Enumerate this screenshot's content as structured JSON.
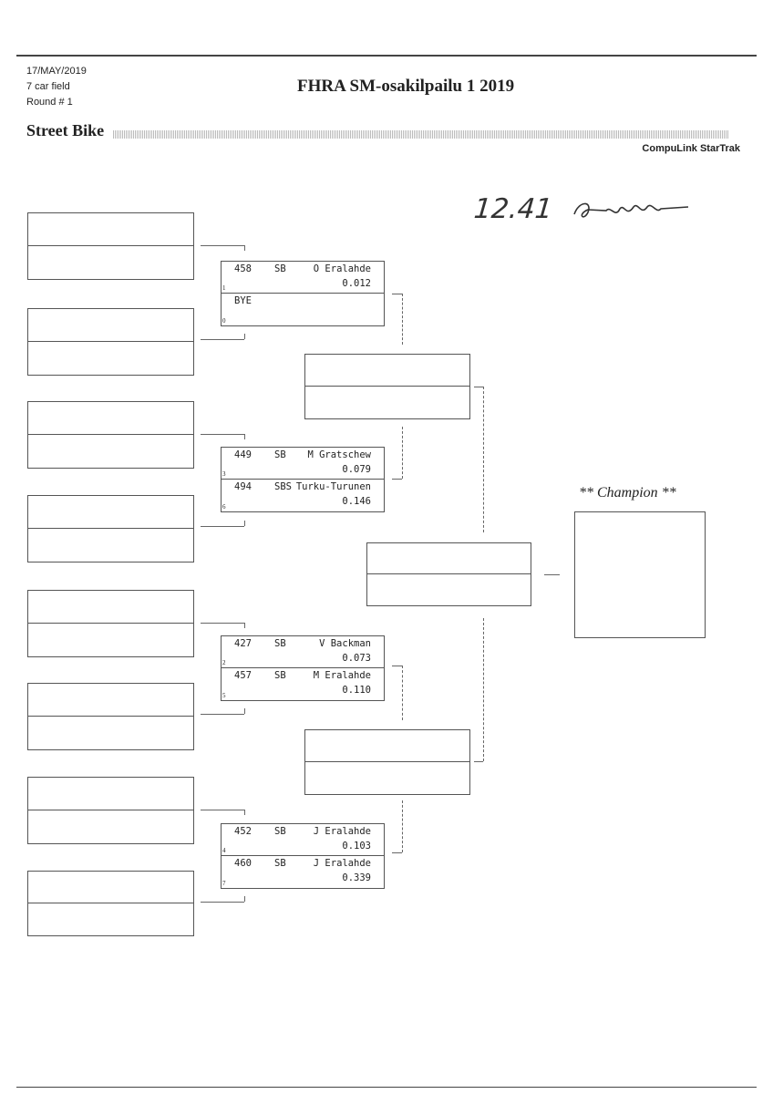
{
  "header": {
    "date": "17/MAY/2019",
    "field": "7 car field",
    "round": "Round # 1",
    "title": "FHRA SM-osakilpailu 1 2019",
    "class": "Street Bike",
    "software": "CompuLink StarTrak"
  },
  "handwriting": {
    "time": "12.41",
    "signature": "signature"
  },
  "round1": [
    {
      "lanes": [
        {
          "number": "458",
          "class": "SB",
          "name": "O Eralahde",
          "seed": "1",
          "value": "0.012"
        },
        {
          "number": "",
          "class": "",
          "name": "BYE",
          "seed": "0",
          "value": ""
        }
      ]
    },
    {
      "lanes": [
        {
          "number": "449",
          "class": "SB",
          "name": "M Gratschew",
          "seed": "3",
          "value": "0.079"
        },
        {
          "number": "494",
          "class": "SBS",
          "name": "Turku-Turunen",
          "seed": "6",
          "value": "0.146"
        }
      ]
    },
    {
      "lanes": [
        {
          "number": "427",
          "class": "SB",
          "name": "V Backman",
          "seed": "2",
          "value": "0.073"
        },
        {
          "number": "457",
          "class": "SB",
          "name": "M Eralahde",
          "seed": "5",
          "value": "0.110"
        }
      ]
    },
    {
      "lanes": [
        {
          "number": "452",
          "class": "SB",
          "name": "J Eralahde",
          "seed": "4",
          "value": "0.103"
        },
        {
          "number": "460",
          "class": "SB",
          "name": "J Eralahde",
          "seed": "7",
          "value": "0.339"
        }
      ]
    }
  ],
  "champion_label": "** Champion **"
}
